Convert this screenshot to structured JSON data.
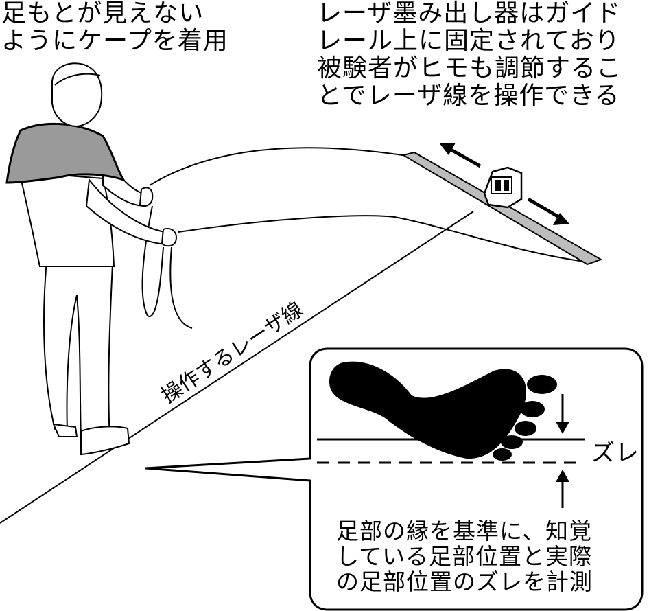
{
  "annotations": {
    "cape_note": "足もとが見えない\nようにケープを着用",
    "laser_device_note": "レーザ墨み出し器はガイド\nレール上に固定されており\n被験者がヒモも調節するこ\nとでレーザ線を操作できる",
    "laser_line_label": "操作するレーザ線",
    "offset_label": "ズレ",
    "measurement_note": "足部の縁を基準に、知覚\nしている足部位置と実際\nの足部位置のズレを計測"
  },
  "colors": {
    "cape_fill": "#9a9a9a",
    "line": "#000000",
    "background": "#ffffff"
  }
}
